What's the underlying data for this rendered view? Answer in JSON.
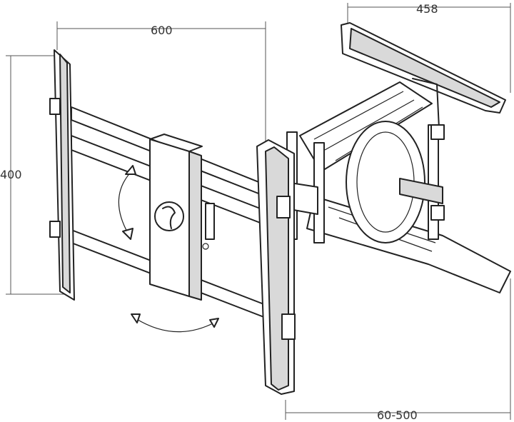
{
  "dimensions": {
    "width_label": "600",
    "height_label": "400",
    "plate_width_label": "458",
    "extension_label": "60-500"
  },
  "colors": {
    "line": "#222222",
    "dimension": "#555555",
    "shade": "#d9d9d9"
  },
  "icons": [
    "rotation-arrow-icon",
    "tilt-arrow-icon",
    "brand-logo-icon"
  ]
}
